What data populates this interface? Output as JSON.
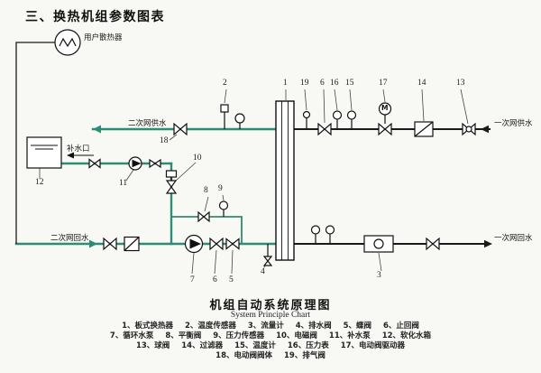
{
  "header": {
    "title": "三、换热机组参数图表"
  },
  "diagram": {
    "pipe_labels": {
      "secondary_supply": "二次网供水",
      "secondary_return": "二次网回水",
      "primary_supply": "一次网供水",
      "primary_return": "一次网回水"
    },
    "component_labels": {
      "radiator": "用户散热器",
      "makeup_inlet": "补水口",
      "motor": "M"
    },
    "callouts": {
      "n1": "1",
      "n2": "2",
      "n3": "3",
      "n4": "4",
      "n5": "5",
      "n6_supply": "6",
      "n6_return": "6",
      "n7": "7",
      "n8": "8",
      "n9": "9",
      "n10": "10",
      "n11": "11",
      "n12": "12",
      "n13": "13",
      "n14": "14",
      "n15": "15",
      "n16": "16",
      "n17": "17",
      "n18": "18",
      "n19": "19"
    }
  },
  "footer": {
    "title": "机组自动系统原理图",
    "subtitle": "System Principle Chart"
  },
  "legend": {
    "items": [
      "1、板式换热器",
      "2、温度传感器",
      "3、流量计",
      "4、排水阀",
      "5、蝶阀",
      "6、止回阀",
      "7、循环水泵",
      "8、平衡阀",
      "9、压力传感器",
      "10、电磁阀",
      "11、补水泵",
      "12、软化水箱",
      "13、球阀",
      "14、过滤器",
      "15、温度计",
      "16、压力表",
      "17、电动阀驱动器",
      "18、电动阀阀体",
      "19、排气阀"
    ]
  },
  "colors": {
    "secondary_line": "#2e8b74",
    "primary_line": "#1a1a1a",
    "background": "#f8f8f5"
  }
}
